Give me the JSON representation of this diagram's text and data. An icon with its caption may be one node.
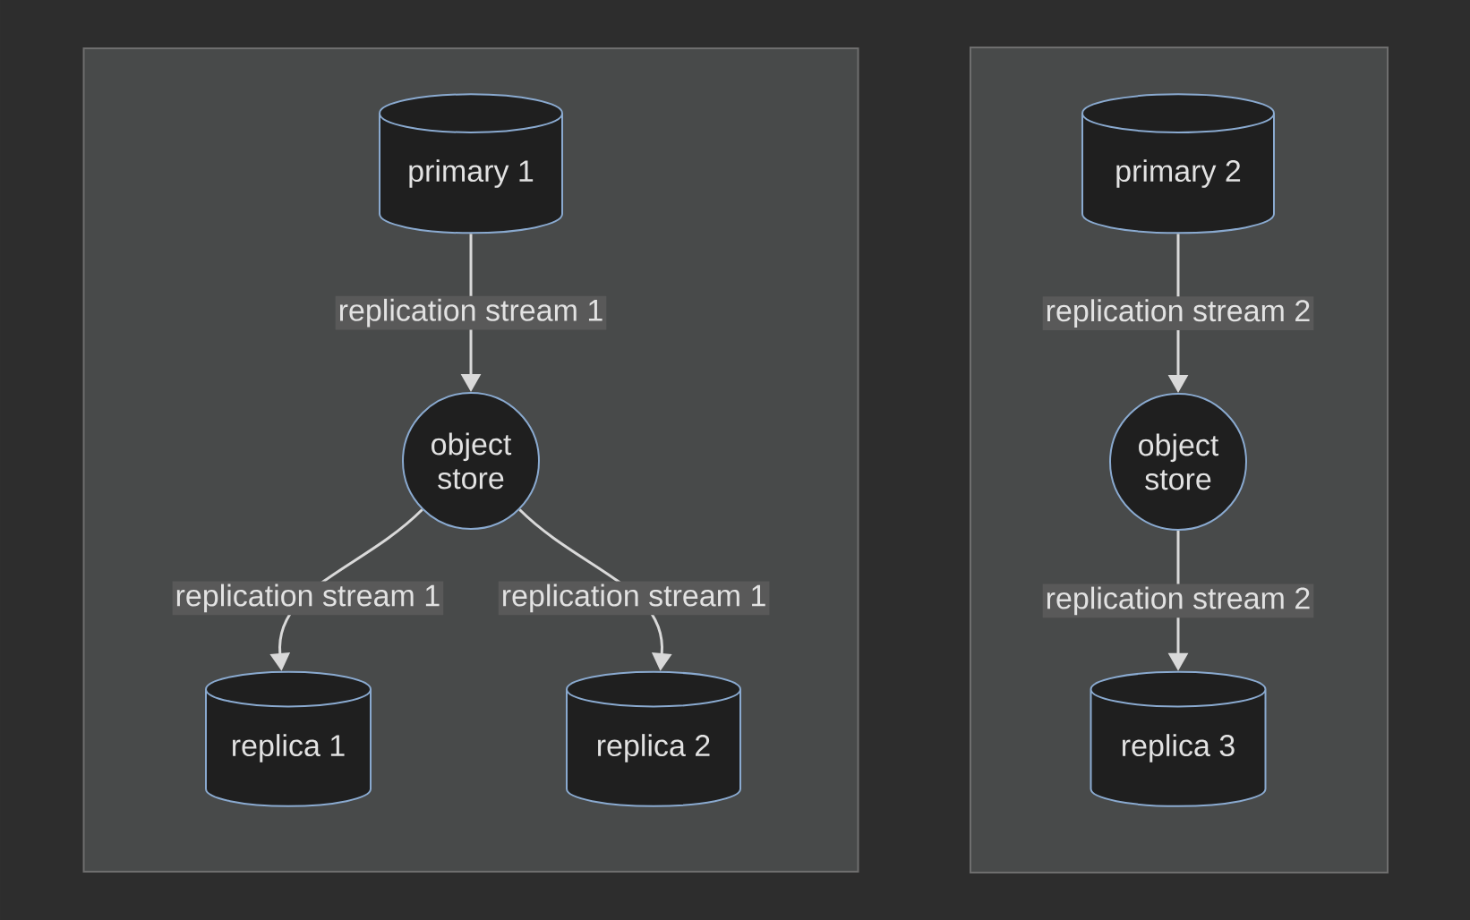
{
  "diagram": {
    "nodes": [
      {
        "text": [],
        "shape": "box"
      },
      {
        "text": [
          "primary 1"
        ],
        "in": 0
      },
      {
        "text": [
          "object store"
        ],
        "in": 0
      },
      {
        "text": [
          "replica 1"
        ],
        "in": 0
      },
      {
        "text": [
          "replica 2"
        ],
        "in": 0
      },
      {
        "text": [],
        "shape": "box"
      },
      {
        "text": [
          "primary 2"
        ],
        "in": 5
      },
      {
        "text": [
          "object store"
        ],
        "in": 5
      },
      {
        "text": [
          "replica 3"
        ],
        "in": 5
      }
    ],
    "edges": [
      {
        "from": 1,
        "to": 2,
        "arrow": "to",
        "label": "replication stream 1"
      },
      {
        "from": 2,
        "to": 3,
        "arrow": "to",
        "label": "replication stream 1"
      },
      {
        "from": 2,
        "to": 4,
        "arrow": "to",
        "label": "replication stream 1"
      },
      {
        "from": 6,
        "to": 7,
        "arrow": "to",
        "label": "replication stream 2"
      },
      {
        "from": 7,
        "to": 8,
        "arrow": "to",
        "label": "replication stream 2"
      }
    ]
  }
}
